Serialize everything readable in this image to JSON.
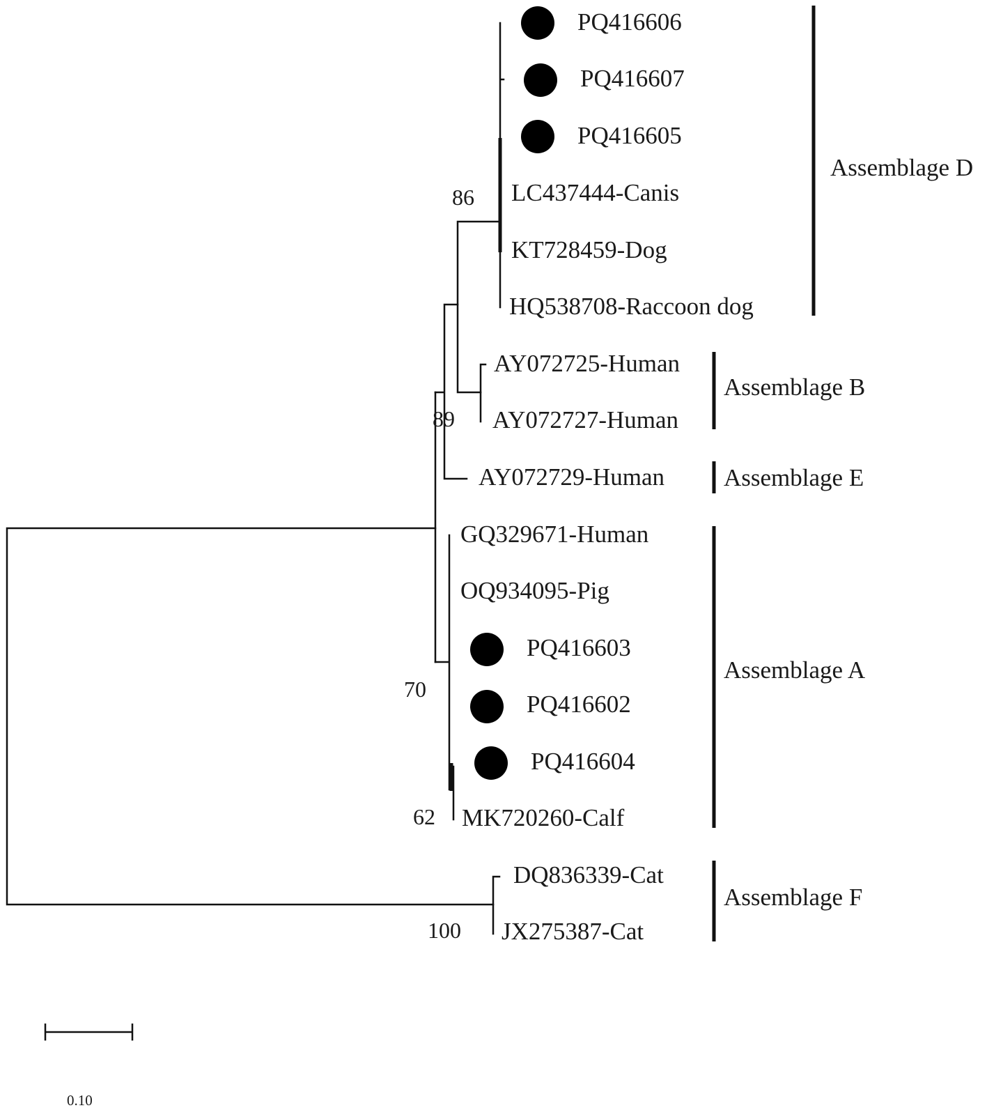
{
  "taxa": [
    {
      "id": "PQ416606",
      "label": "PQ416606",
      "marked": true
    },
    {
      "id": "PQ416607",
      "label": "PQ416607",
      "marked": true
    },
    {
      "id": "PQ416605",
      "label": "PQ416605",
      "marked": true
    },
    {
      "id": "LC437444",
      "label": "LC437444-Canis",
      "marked": false
    },
    {
      "id": "KT728459",
      "label": "KT728459-Dog",
      "marked": false
    },
    {
      "id": "HQ538708",
      "label": "HQ538708-Raccoon dog",
      "marked": false
    },
    {
      "id": "AY072725",
      "label": "AY072725-Human",
      "marked": false
    },
    {
      "id": "AY072727",
      "label": "AY072727-Human",
      "marked": false
    },
    {
      "id": "AY072729",
      "label": "AY072729-Human",
      "marked": false
    },
    {
      "id": "GQ329671",
      "label": "GQ329671-Human",
      "marked": false
    },
    {
      "id": "OQ934095",
      "label": "OQ934095-Pig",
      "marked": false
    },
    {
      "id": "PQ416603",
      "label": "PQ416603",
      "marked": true
    },
    {
      "id": "PQ416602",
      "label": "PQ416602",
      "marked": true
    },
    {
      "id": "PQ416604",
      "label": "PQ416604",
      "marked": true
    },
    {
      "id": "MK720260",
      "label": "MK720260-Calf",
      "marked": false
    },
    {
      "id": "DQ836339",
      "label": "DQ836339-Cat",
      "marked": false
    },
    {
      "id": "JX275387",
      "label": "JX275387-Cat",
      "marked": false
    }
  ],
  "clades": [
    {
      "id": "D",
      "label": "Assemblage D",
      "members": [
        "PQ416606",
        "PQ416607",
        "PQ416605",
        "LC437444",
        "KT728459",
        "HQ538708"
      ]
    },
    {
      "id": "B",
      "label": "Assemblage B",
      "members": [
        "AY072725",
        "AY072727"
      ]
    },
    {
      "id": "E",
      "label": "Assemblage E",
      "members": [
        "AY072729"
      ]
    },
    {
      "id": "A",
      "label": "Assemblage A",
      "members": [
        "GQ329671",
        "OQ934095",
        "PQ416603",
        "PQ416602",
        "PQ416604",
        "MK720260"
      ]
    },
    {
      "id": "F",
      "label": "Assemblage F",
      "members": [
        "DQ836339",
        "JX275387"
      ]
    }
  ],
  "bootstrap": [
    {
      "node": "D",
      "value": "86"
    },
    {
      "node": "DBE",
      "value": "89"
    },
    {
      "node": "A",
      "value": "70"
    },
    {
      "node": "PQ416604-MK720260",
      "value": "62"
    },
    {
      "node": "F",
      "value": "100"
    }
  ],
  "scale_bar": {
    "value": 0.1,
    "label": "0.10"
  },
  "colors": {
    "line": "#111111",
    "marker": "#000000",
    "text": "#1a1a1a"
  }
}
